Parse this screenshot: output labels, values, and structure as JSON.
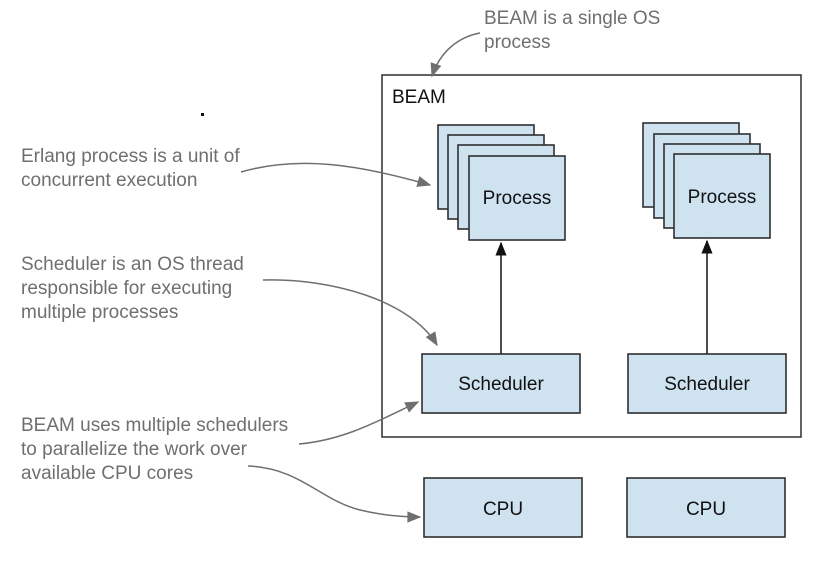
{
  "diagram": {
    "container": {
      "label": "BEAM"
    },
    "process_stacks": [
      {
        "label": "Process",
        "stack_depth": 4
      },
      {
        "label": "Process",
        "stack_depth": 4
      }
    ],
    "schedulers": [
      {
        "label": "Scheduler"
      },
      {
        "label": "Scheduler"
      }
    ],
    "cpus": [
      {
        "label": "CPU"
      },
      {
        "label": "CPU"
      }
    ],
    "annotations": {
      "beam_os_process": [
        "BEAM is a single OS",
        "process"
      ],
      "erlang_process": [
        "Erlang process is a unit of",
        "concurrent execution"
      ],
      "scheduler": [
        "Scheduler is an OS thread",
        "responsible for executing",
        "multiple processes"
      ],
      "multiple_schedulers": [
        "BEAM uses multiple schedulers",
        "to parallelize the work over",
        "available CPU cores"
      ]
    },
    "colors": {
      "node_fill": "#cfe2f0",
      "node_stroke": "#2f2f2f",
      "annotation_text": "#6f6f6f",
      "label_text": "#111111"
    }
  }
}
